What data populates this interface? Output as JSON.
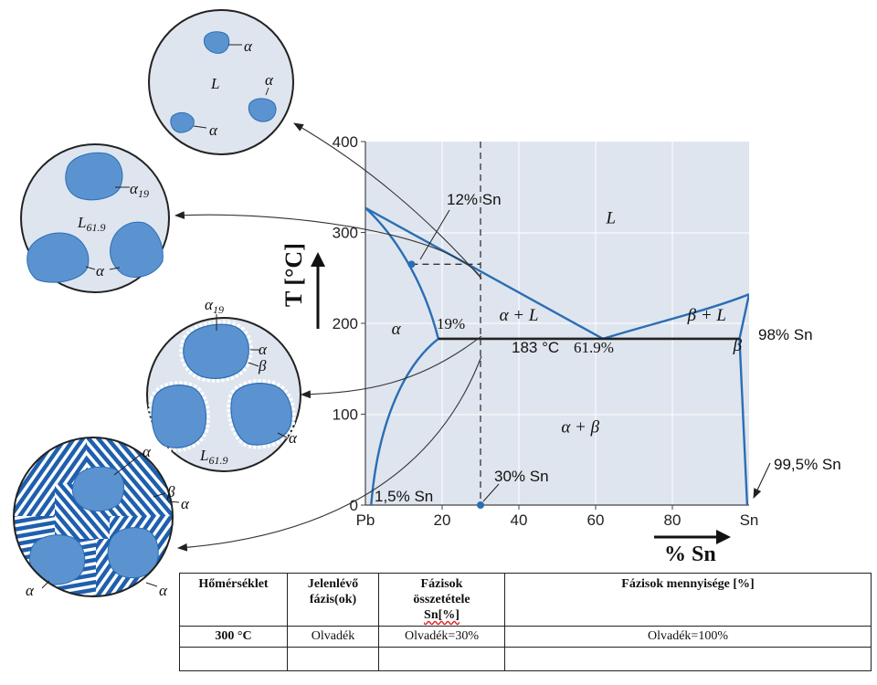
{
  "chart_data": {
    "type": "phase-diagram",
    "xlabel": "% Sn",
    "ylabel": "T [°C]",
    "xlim": [
      0,
      100
    ],
    "ylim": [
      0,
      400
    ],
    "x_ticks": [
      20,
      40,
      60,
      80
    ],
    "x_end_labels": [
      "Pb",
      "Sn"
    ],
    "y_ticks": [
      0,
      100,
      200,
      300,
      400
    ],
    "eutectic": {
      "temperature_label": "183 °C",
      "composition_label": "61.9%",
      "alpha_limit_label": "19%",
      "beta_limit_label": "98% Sn"
    },
    "vertical_guide_x": 30,
    "boundaries": {
      "liquidus_alpha": [
        [
          0,
          327
        ],
        [
          61.9,
          183
        ]
      ],
      "liquidus_beta": [
        [
          61.9,
          183
        ],
        [
          100,
          232
        ]
      ],
      "solidus_alpha": [
        [
          0,
          327
        ],
        [
          19,
          183
        ]
      ],
      "solvus_alpha": [
        [
          19,
          183
        ],
        [
          1.5,
          0
        ]
      ],
      "solidus_beta": [
        [
          97.5,
          183
        ],
        [
          100,
          232
        ]
      ],
      "solvus_beta": [
        [
          97.5,
          183
        ],
        [
          99.5,
          0
        ]
      ],
      "eutectic_line": [
        [
          19,
          183
        ],
        [
          97.5,
          183
        ]
      ]
    },
    "points": [
      {
        "label": "12% Sn",
        "x": 12,
        "y": 265
      },
      {
        "label": "30% Sn",
        "x": 30,
        "y": 0
      },
      {
        "label": "1,5% Sn",
        "x": 1.5,
        "y": 0
      },
      {
        "label": "99,5% Sn",
        "x": 99.5,
        "y": 0
      }
    ],
    "regions": [
      {
        "label": "L",
        "x": 64,
        "y": 310
      },
      {
        "label": "α",
        "x": 8,
        "y": 188
      },
      {
        "label": "α + L",
        "x": 40,
        "y": 203
      },
      {
        "label": "β + L",
        "x": 89,
        "y": 203
      },
      {
        "label": "β",
        "x": 97,
        "y": 170
      },
      {
        "label": "α + β",
        "x": 56,
        "y": 80
      }
    ],
    "colors": {
      "background": "#dfe5ee",
      "line": "#2a6eb5",
      "phase": "#5b93d0",
      "eutectic_line": "#222222"
    }
  },
  "micro": {
    "c1": {
      "liquid": "L",
      "alpha": "α"
    },
    "c2": {
      "alpha": "α",
      "alpha_sub": "19",
      "liquid": "L",
      "liquid_sub": "61.9"
    },
    "c3": {
      "alpha": "α",
      "alpha_sub": "19",
      "beta": "β",
      "liquid": "L",
      "liquid_sub": "61.9"
    },
    "c4": {
      "alpha": "α",
      "beta": "β"
    }
  },
  "table": {
    "headers": [
      "Hőmérséklet",
      "Jelenlévő fázis(ok)",
      "Fázisok összetétele Sn[%]",
      "Fázisok mennyisége [%]"
    ],
    "header_parts": {
      "h2a": "Jelenlévő",
      "h2b": "fázis(ok)",
      "h3a": "Fázisok",
      "h3b": "összetétele",
      "h3c": "Sn[%]"
    },
    "rows": [
      [
        "300 °C",
        "Olvadék",
        "Olvadék=30%",
        "Olvadék=100%"
      ]
    ]
  }
}
